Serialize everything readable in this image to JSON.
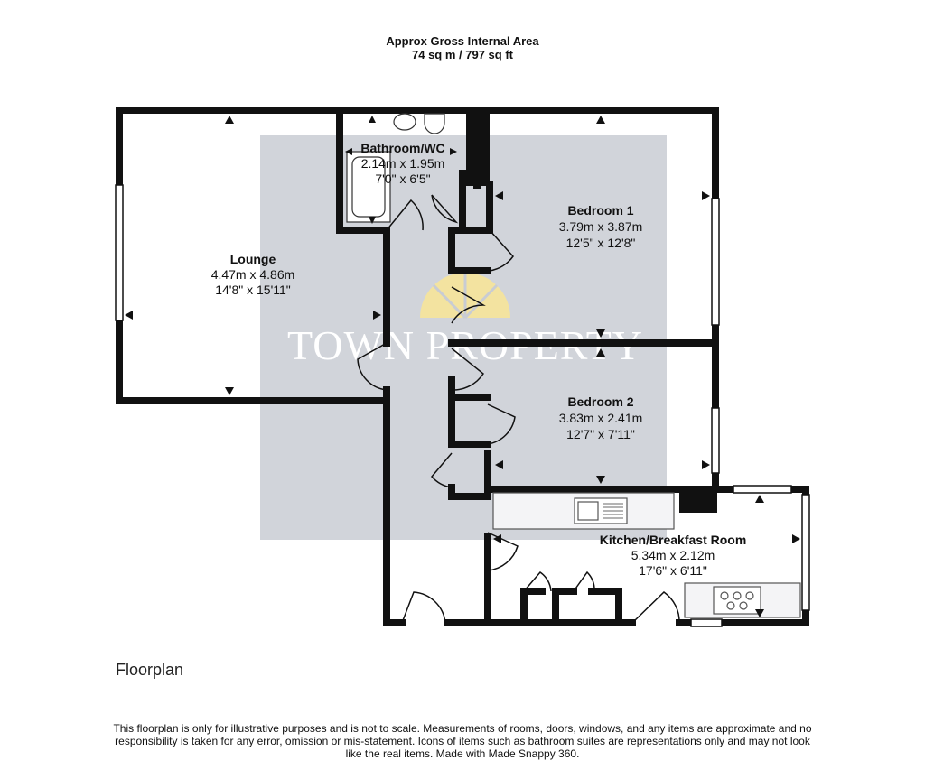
{
  "header": {
    "line1": "Approx Gross Internal Area",
    "line2": "74 sq m / 797 sq ft"
  },
  "watermark": "TOWN PROPERTY",
  "rooms": {
    "lounge": {
      "name": "Lounge",
      "metric": "4.47m x 4.86m",
      "imperial": "14'8\" x 15'11\""
    },
    "bathroom": {
      "name": "Bathroom/WC",
      "metric": "2.14m x 1.95m",
      "imperial": "7'0\" x 6'5\""
    },
    "bedroom1": {
      "name": "Bedroom 1",
      "metric": "3.79m x 3.87m",
      "imperial": "12'5\" x 12'8\""
    },
    "bedroom2": {
      "name": "Bedroom 2",
      "metric": "3.83m x 2.41m",
      "imperial": "12'7\" x 7'11\""
    },
    "kitchen": {
      "name": "Kitchen/Breakfast Room",
      "metric": "5.34m x 2.12m",
      "imperial": "17'6\" x 6'11\""
    }
  },
  "floorplan_label": "Floorplan",
  "disclaimer": "This floorplan is only for illustrative purposes and is not to scale. Measurements of rooms, doors, windows, and any items are approximate and no responsibility is taken for any error, omission or mis-statement. Icons of items such as bathroom suites are representations only and may not look like the real items. Made with Made Snappy 360.",
  "colors": {
    "wall": "#111111",
    "watermark_panel": "#c9ccd3",
    "watermark_sun": "#f3e3a0"
  }
}
